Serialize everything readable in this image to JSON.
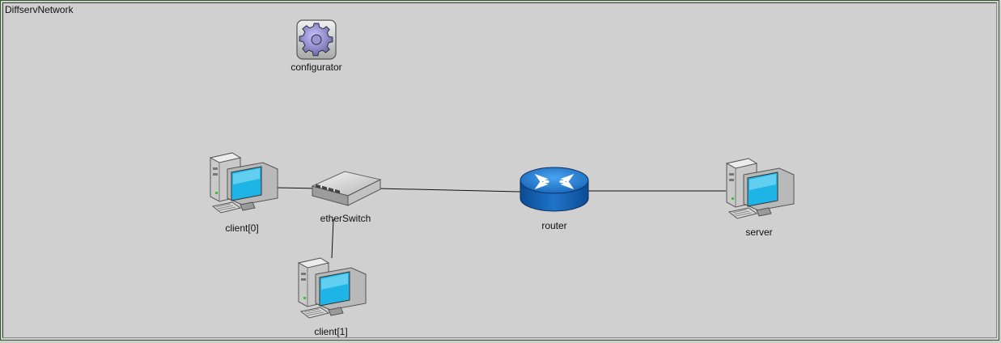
{
  "network": {
    "title": "DiffservNetwork"
  },
  "nodes": {
    "configurator": {
      "label": "configurator",
      "icon": "gear-icon"
    },
    "client0": {
      "label": "client[0]",
      "icon": "computer-icon"
    },
    "client1": {
      "label": "client[1]",
      "icon": "computer-icon"
    },
    "etherSwitch": {
      "label": "etherSwitch",
      "icon": "switch-icon"
    },
    "router": {
      "label": "router",
      "icon": "router-icon"
    },
    "server": {
      "label": "server",
      "icon": "computer-icon"
    }
  },
  "links": [
    {
      "from": "client[0]",
      "to": "etherSwitch"
    },
    {
      "from": "etherSwitch",
      "to": "client[1]"
    },
    {
      "from": "etherSwitch",
      "to": "router"
    },
    {
      "from": "router",
      "to": "server"
    }
  ],
  "colors": {
    "background": "#d0d0d0",
    "link": "#111111",
    "router": "#1f6fbf",
    "screen": "#25b7e6"
  }
}
